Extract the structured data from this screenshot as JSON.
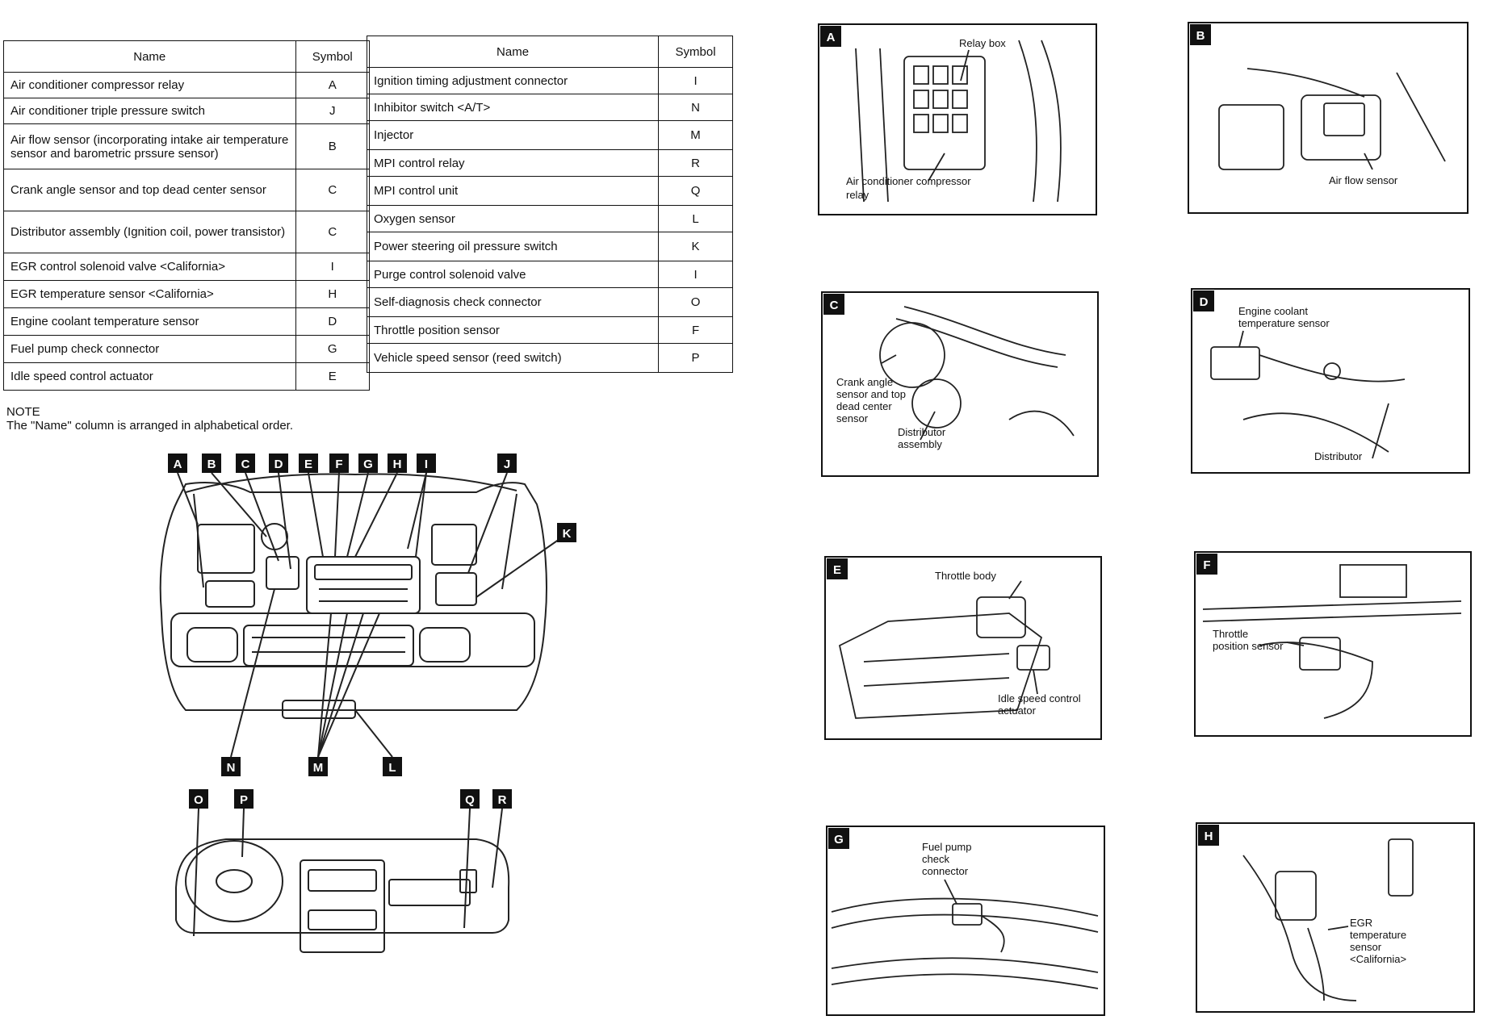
{
  "table": {
    "header_name": "Name",
    "header_symbol": "Symbol",
    "left_rows": [
      {
        "name": "Air conditioner compressor relay",
        "symbol": "A"
      },
      {
        "name": "Air conditioner triple pressure switch",
        "symbol": "J"
      },
      {
        "name": "Air flow sensor (incorporating intake air temperature sensor and barometric prssure sensor)",
        "symbol": "B"
      },
      {
        "name": "Crank angle sensor and top dead center sensor",
        "symbol": "C"
      },
      {
        "name": "Distributor assembly (Ignition coil, power transistor)",
        "symbol": "C"
      },
      {
        "name": "EGR control solenoid valve <California>",
        "symbol": "I"
      },
      {
        "name": "EGR temperature sensor <California>",
        "symbol": "H"
      },
      {
        "name": "Engine coolant temperature sensor",
        "symbol": "D"
      },
      {
        "name": "Fuel pump check connector",
        "symbol": "G"
      },
      {
        "name": "Idle speed control actuator",
        "symbol": "E"
      }
    ],
    "right_rows": [
      {
        "name": "Ignition timing adjustment connector",
        "symbol": "I"
      },
      {
        "name": "Inhibitor switch <A/T>",
        "symbol": "N"
      },
      {
        "name": "Injector",
        "symbol": "M"
      },
      {
        "name": "MPI control relay",
        "symbol": "R"
      },
      {
        "name": "MPI control unit",
        "symbol": "Q"
      },
      {
        "name": "Oxygen sensor",
        "symbol": "L"
      },
      {
        "name": "Power steering oil pressure switch",
        "symbol": "K"
      },
      {
        "name": "Purge control solenoid valve",
        "symbol": "I"
      },
      {
        "name": "Self-diagnosis check connector",
        "symbol": "O"
      },
      {
        "name": "Throttle position sensor",
        "symbol": "F"
      },
      {
        "name": "Vehicle speed sensor (reed switch)",
        "symbol": "P"
      }
    ]
  },
  "note": {
    "heading": "NOTE",
    "text": "The \"Name\" column is arranged in alphabetical order."
  },
  "engine_bay": {
    "top_labels": [
      "A",
      "B",
      "C",
      "D",
      "E",
      "F",
      "G",
      "H",
      "I",
      "J"
    ],
    "side_label_k": "K",
    "bottom_labels": [
      "N",
      "M",
      "L"
    ]
  },
  "dashboard": {
    "labels": [
      "O",
      "P",
      "Q",
      "R"
    ]
  },
  "panels": [
    {
      "letter": "A",
      "callouts": [
        "Relay box",
        "Air conditioner compressor",
        "relay"
      ]
    },
    {
      "letter": "B",
      "callouts": [
        "Air flow sensor"
      ]
    },
    {
      "letter": "C",
      "callouts": [
        "Crank angle",
        "sensor and top",
        "dead center",
        "sensor",
        "Distributor",
        "assembly"
      ]
    },
    {
      "letter": "D",
      "callouts": [
        "Engine coolant",
        "temperature sensor",
        "Distributor"
      ]
    },
    {
      "letter": "E",
      "callouts": [
        "Throttle body",
        "Idle speed control",
        "actuator"
      ]
    },
    {
      "letter": "F",
      "callouts": [
        "Throttle",
        "position sensor"
      ]
    },
    {
      "letter": "G",
      "callouts": [
        "Fuel pump",
        "check",
        "connector"
      ]
    },
    {
      "letter": "H",
      "callouts": [
        "EGR",
        "temperature",
        "sensor",
        "<California>"
      ]
    }
  ]
}
